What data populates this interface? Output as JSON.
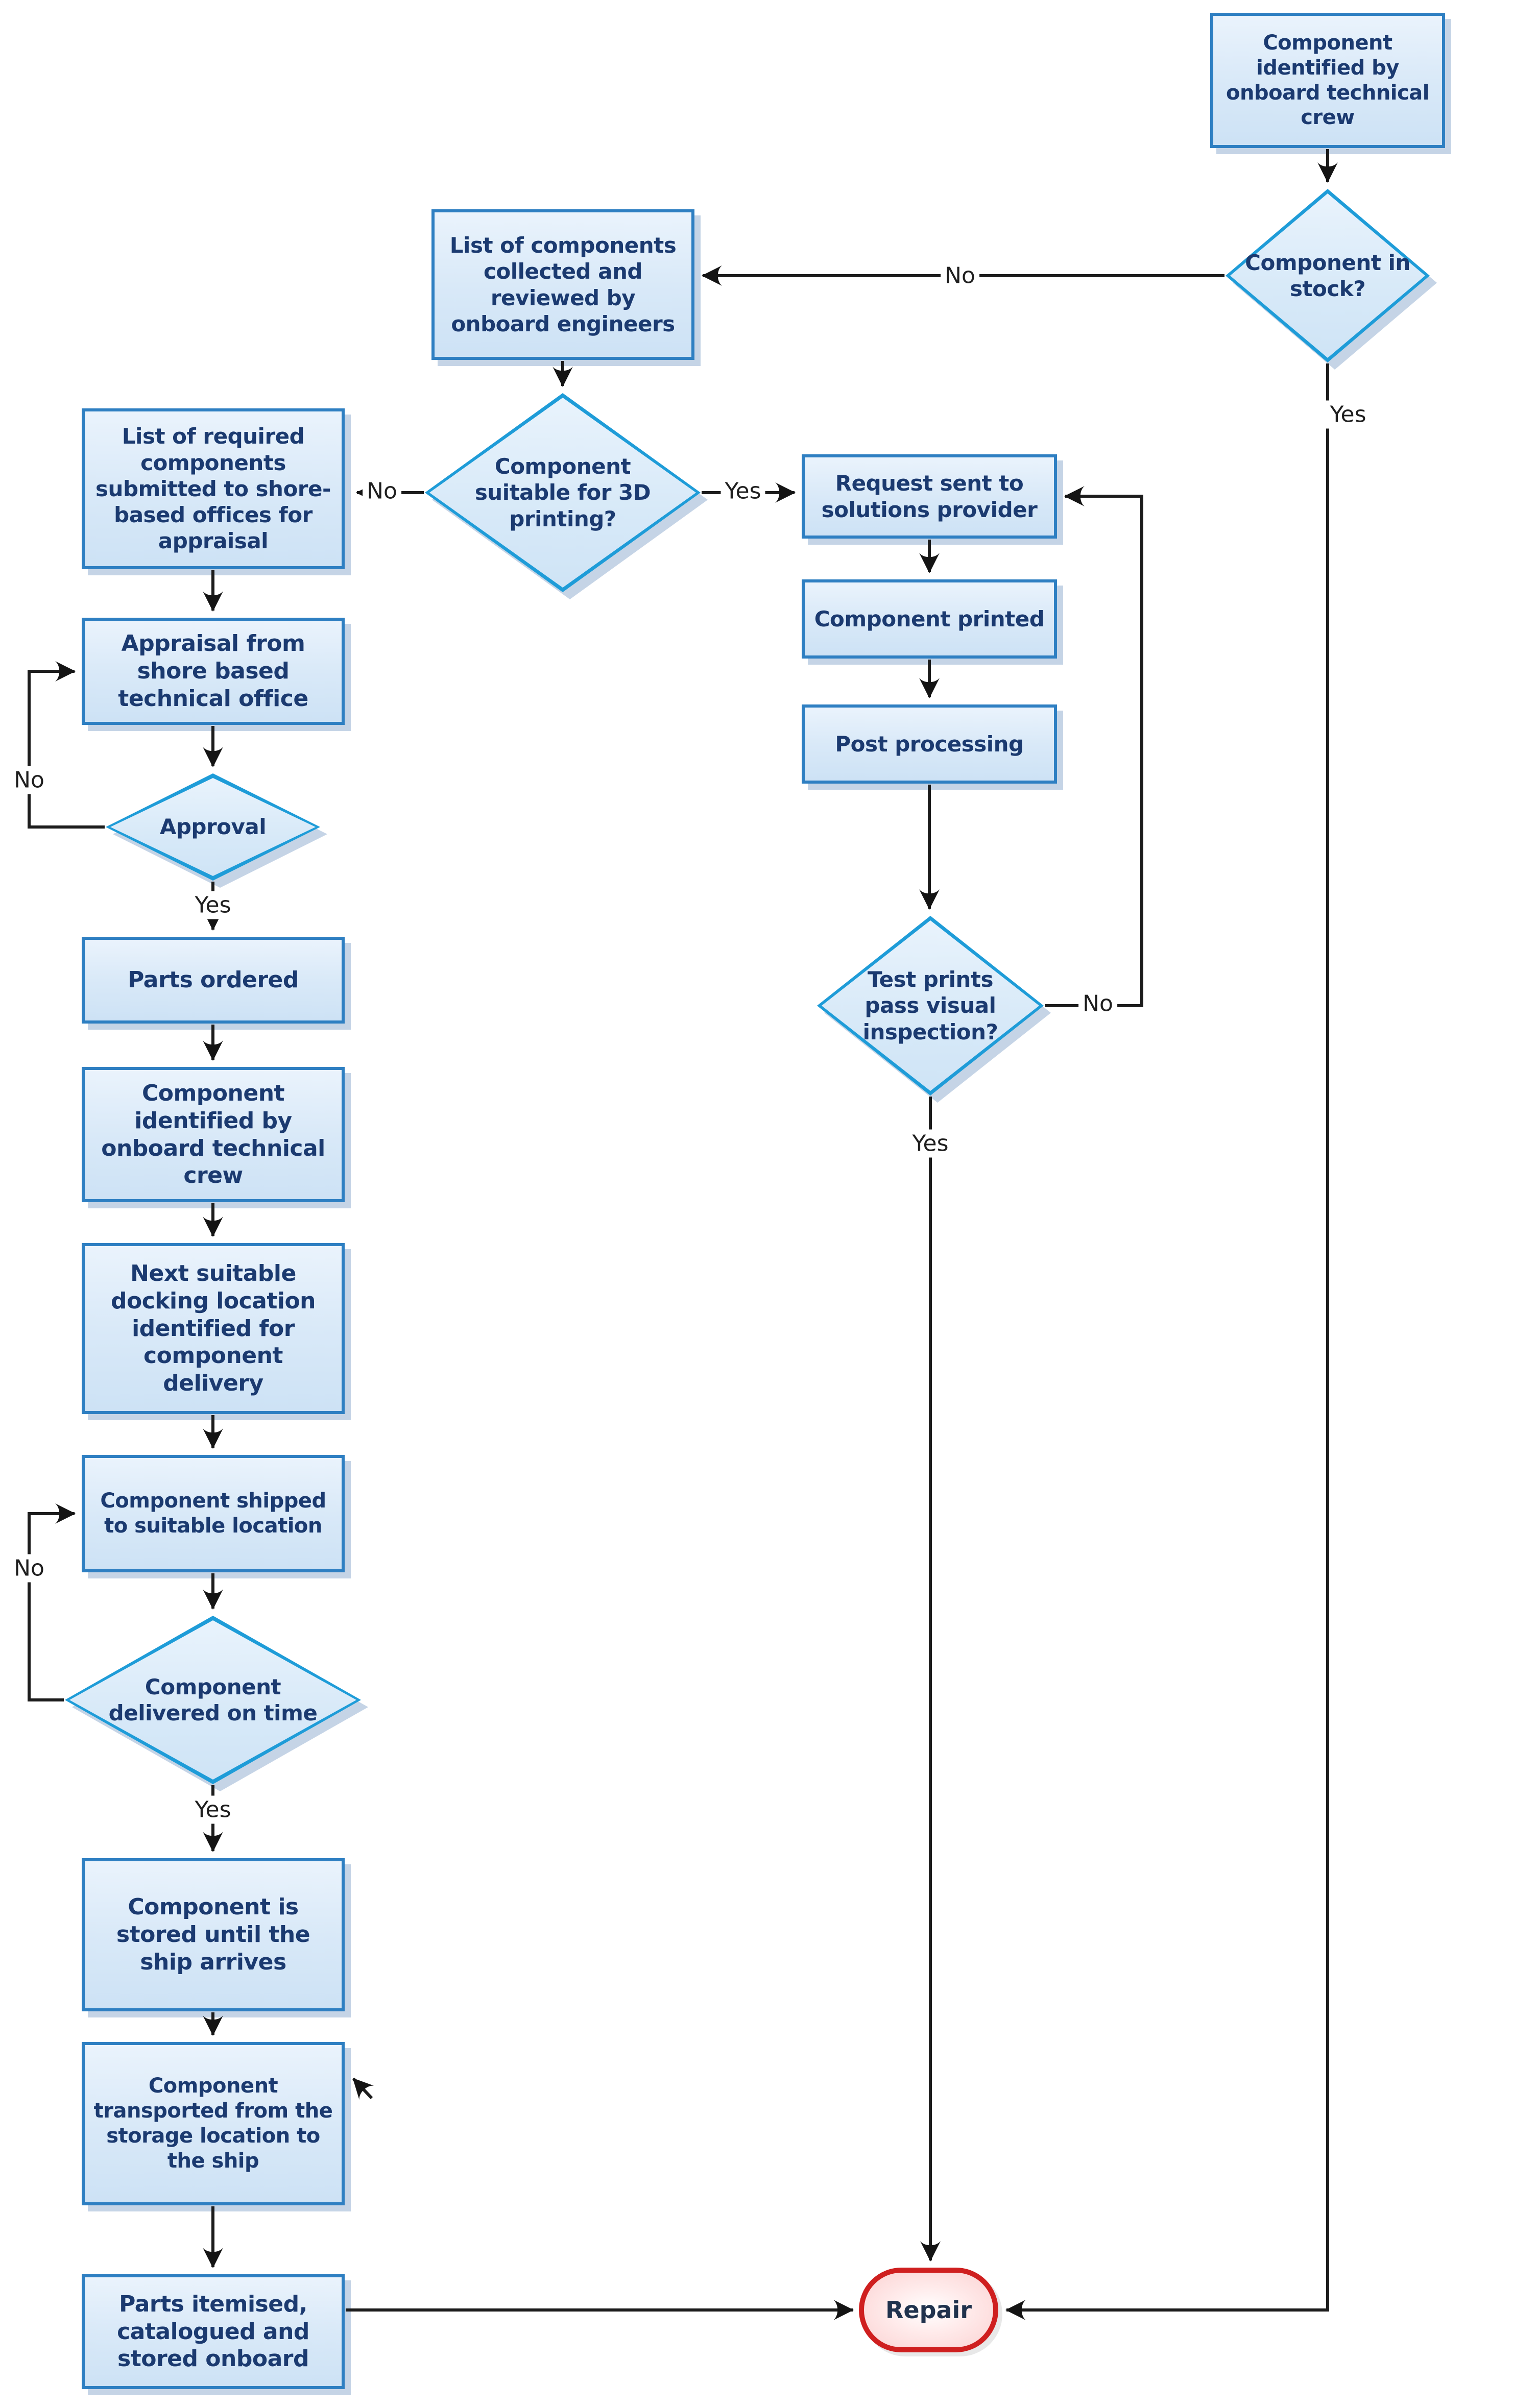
{
  "diagram": {
    "type": "flowchart",
    "description": "Ship component repair and 3D printing decision flowchart"
  },
  "colors": {
    "process_fill": "#d9e9f8",
    "process_border": "#2e7fc2",
    "decision_border": "#1e9cd8",
    "terminator_fill": "#fbd2d2",
    "terminator_border": "#cf1f1f",
    "connector": "#1c1c1c",
    "node_text": "#1b3a70"
  },
  "labels": {
    "yes": "Yes",
    "no": "No"
  },
  "nodes": {
    "component_identified_top": {
      "type": "process",
      "label": "Component identified by onboard technical crew"
    },
    "component_in_stock": {
      "type": "decision",
      "label": "Component in stock?"
    },
    "list_components_collected": {
      "type": "process",
      "label": "List of components collected and reviewed by onboard engineers"
    },
    "suitable_for_3d_printing": {
      "type": "decision",
      "label": "Component suitable for 3D printing?"
    },
    "list_required_components": {
      "type": "process",
      "label": "List of required components submitted to shore-based offices for appraisal"
    },
    "appraisal_shore_office": {
      "type": "process",
      "label": "Appraisal from shore based technical office"
    },
    "approval": {
      "type": "decision",
      "label": "Approval"
    },
    "parts_ordered": {
      "type": "process",
      "label": "Parts ordered"
    },
    "component_identified_left": {
      "type": "process",
      "label": "Component identified by onboard technical crew"
    },
    "next_docking_location": {
      "type": "process",
      "label": "Next suitable docking location identified for component delivery"
    },
    "component_shipped": {
      "type": "process",
      "label": "Component shipped to suitable location"
    },
    "delivered_on_time": {
      "type": "decision",
      "label": "Component delivered on time"
    },
    "component_stored": {
      "type": "process",
      "label": "Component is stored until the ship arrives"
    },
    "component_transported": {
      "type": "process",
      "label": "Component transported from the storage location to the ship"
    },
    "parts_itemised": {
      "type": "process",
      "label": "Parts itemised, catalogued and stored onboard"
    },
    "request_solutions_provider": {
      "type": "process",
      "label": "Request sent to solutions provider"
    },
    "component_printed": {
      "type": "process",
      "label": "Component printed"
    },
    "post_processing": {
      "type": "process",
      "label": "Post processing"
    },
    "test_prints_pass": {
      "type": "decision",
      "label": "Test prints pass visual inspection?"
    },
    "repair": {
      "type": "terminator",
      "label": "Repair"
    }
  }
}
